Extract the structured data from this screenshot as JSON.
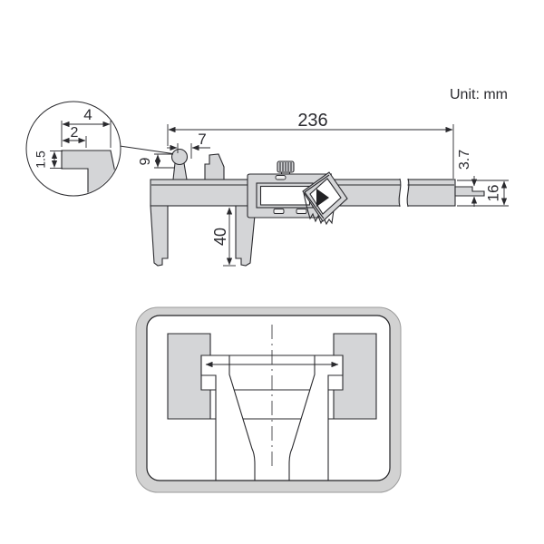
{
  "unit_label": "Unit: mm",
  "drawing": {
    "dim_overall_length": "236",
    "dim_jaw_offset": "7",
    "dim_upper_jaw_depth": "9",
    "dim_lower_jaw_length": "40",
    "dim_depth_bar_width": "3.7",
    "dim_beam_height": "16"
  },
  "tip_detail": {
    "dim_tip_width": "4",
    "dim_edge_width": "2",
    "dim_edge_thickness": "1.5"
  },
  "colors": {
    "metal_fill": "#d4d5d7",
    "line": "#2a2a2e",
    "panel_frame": "#d2d2d2",
    "lcd_fill": "#ffffff"
  }
}
